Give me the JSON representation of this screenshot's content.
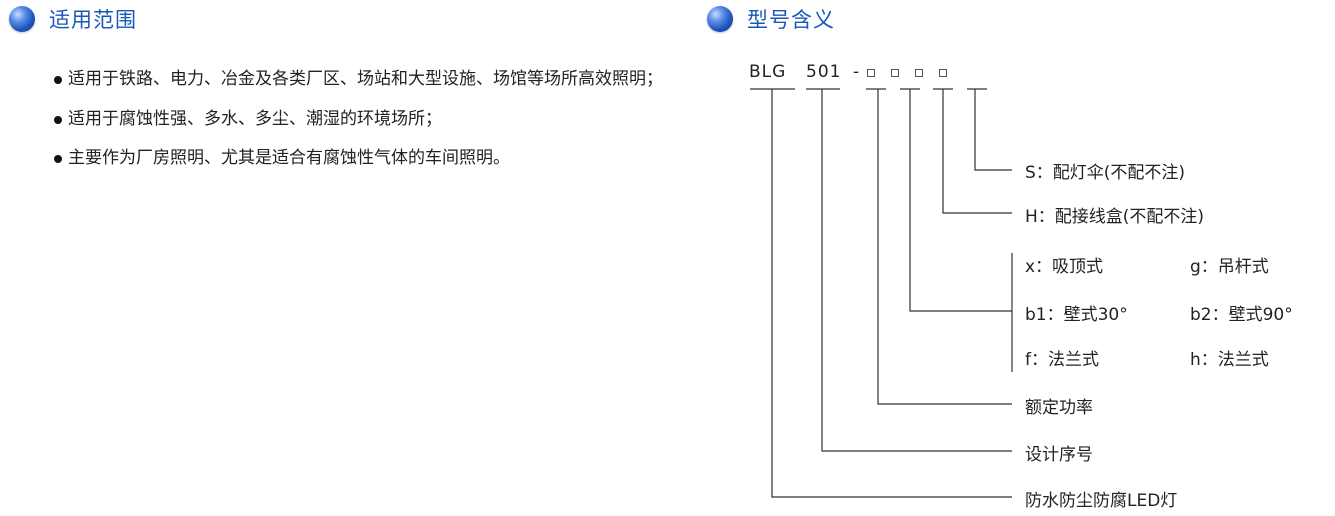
{
  "scope": {
    "title": "适用范围",
    "items": [
      "适用于铁路、电力、冶金及各类厂区、场站和大型设施、场馆等场所高效照明；",
      "适用于腐蚀性强、多水、多尘、潮湿的环境场所；",
      "主要作为厂房照明、尤其是适合有腐蚀性气体的车间照明。"
    ]
  },
  "model": {
    "title": "型号含义",
    "code_prefix": "BLG",
    "code_series": "501",
    "code_dash": "-",
    "labels": {
      "s": "S：配灯伞(不配不注)",
      "h": "H：配接线盒(不配不注)",
      "x": "x：吸顶式",
      "g": "g：吊杆式",
      "b1": "b1：壁式30°",
      "b2": "b2：壁式90°",
      "f": "f：法兰式",
      "hh": "h：法兰式",
      "power": "额定功率",
      "serial": "设计序号",
      "product": "防水防尘防腐LED灯"
    }
  },
  "colors": {
    "accent": "#1a57b8",
    "line": "#333333"
  }
}
